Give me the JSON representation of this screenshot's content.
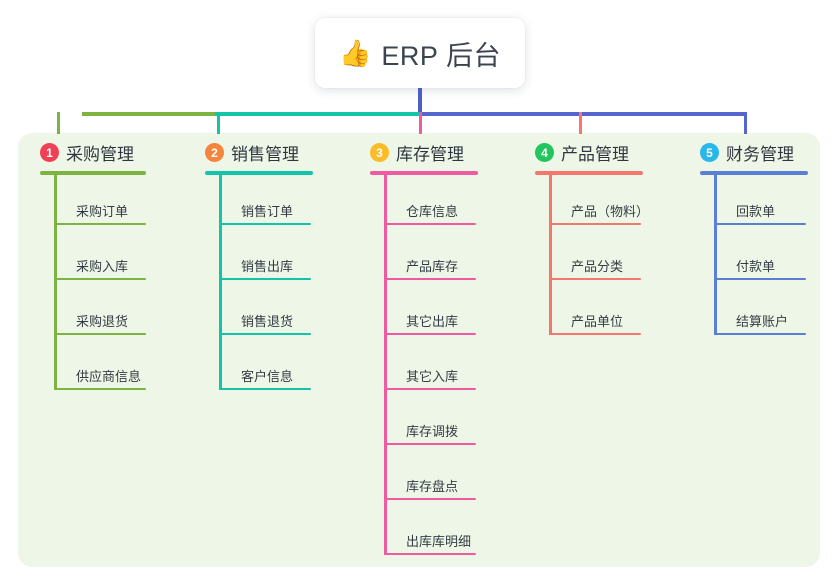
{
  "page": {
    "background": "#ffffff",
    "panel_background": "#eef7e7"
  },
  "title": {
    "icon": "thumbs-up-icon",
    "emoji": "👍",
    "text": "ERP 后台"
  },
  "connector": {
    "stem_color": "#4c5fc4",
    "bus_segments": [
      {
        "name": "green-segment",
        "color": "#7cb342"
      },
      {
        "name": "teal-segment",
        "color": "#14c4a8"
      },
      {
        "name": "purple-segment",
        "color": "#5566cf"
      }
    ]
  },
  "columns": [
    {
      "index": "1",
      "title": "采购管理",
      "badge_color": "#ef4055",
      "line_color": "#7cb342",
      "drop_color": "#7cb342",
      "items": [
        "采购订单",
        "采购入库",
        "采购退货",
        "供应商信息"
      ]
    },
    {
      "index": "2",
      "title": "销售管理",
      "badge_color": "#f5843c",
      "line_color": "#14c4a8",
      "drop_color": "#14c4a8",
      "items": [
        "销售订单",
        "销售出库",
        "销售退货",
        "客户信息"
      ]
    },
    {
      "index": "3",
      "title": "库存管理",
      "badge_color": "#fbbc28",
      "line_color": "#ef5ba1",
      "drop_color": "#ef5ba1",
      "items": [
        "仓库信息",
        "产品库存",
        "其它出库",
        "其它入库",
        "库存调拨",
        "库存盘点",
        "出库库明细"
      ]
    },
    {
      "index": "4",
      "title": "产品管理",
      "badge_color": "#22c55e",
      "line_color": "#f4766e",
      "drop_color": "#f4766e",
      "items": [
        "产品（物料）",
        "产品分类",
        "产品单位"
      ]
    },
    {
      "index": "5",
      "title": "财务管理",
      "badge_color": "#29b6e8",
      "line_color": "#5b7fd4",
      "drop_color": "#5566cf",
      "items": [
        "回款单",
        "付款单",
        "结算账户"
      ]
    }
  ]
}
